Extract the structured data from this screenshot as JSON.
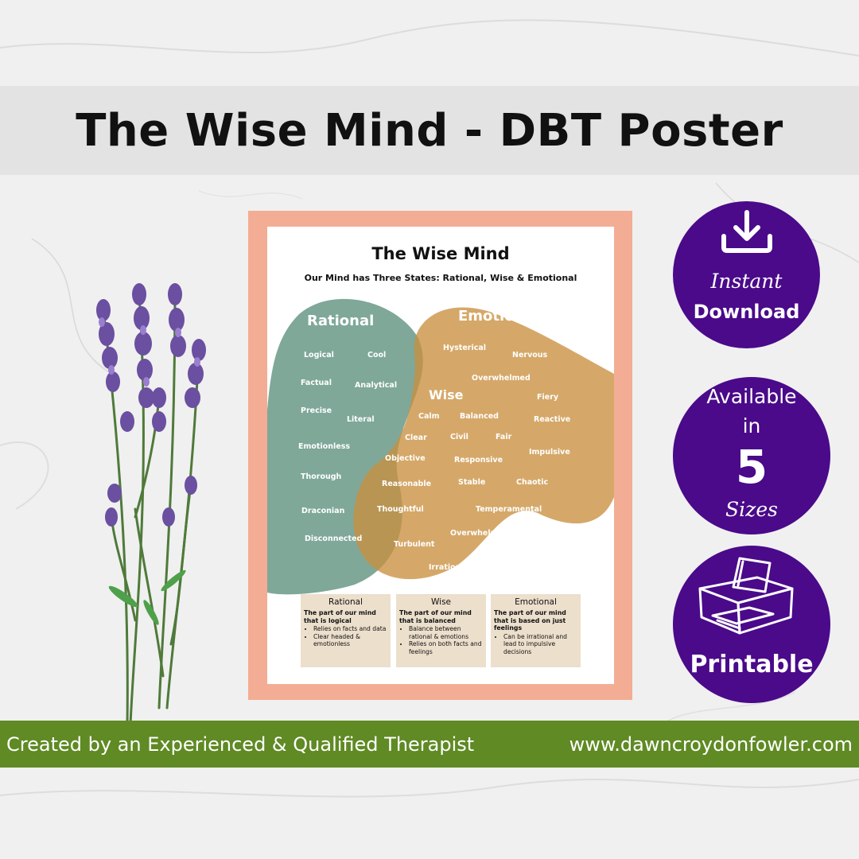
{
  "banner": {
    "title": "The Wise Mind - DBT Poster"
  },
  "poster": {
    "title": "The Wise Mind",
    "subtitle": "Our Mind has Three States: Rational, Wise & Emotional",
    "rational_heading": "Rational",
    "emotional_heading": "Emotional",
    "wise_heading": "Wise",
    "words": [
      "Logical",
      "Cool",
      "Factual",
      "Analytical",
      "Precise",
      "Literal",
      "Emotionless",
      "Thorough",
      "Draconian",
      "Disconnected",
      "Hysterical",
      "Nervous",
      "Overwhelmed",
      "Fiery",
      "Reactive",
      "Impulsive",
      "Chaotic",
      "Temperamental",
      "Overwhelming",
      "Turbulent",
      "Irrational",
      "Calm",
      "Balanced",
      "Clear",
      "Civil",
      "Fair",
      "Objective",
      "Responsive",
      "Reasonable",
      "Stable",
      "Thoughtful"
    ],
    "boxes": [
      {
        "title": "Rational",
        "desc": "The part of our mind that is logical",
        "bullets": [
          "Relies on facts and data",
          "Clear headed & emotionless"
        ]
      },
      {
        "title": "Wise",
        "desc": "The part of our mind that is balanced",
        "bullets": [
          "Balance between rational & emotions",
          "Relies on both facts and feelings"
        ]
      },
      {
        "title": "Emotional",
        "desc": "The part of our mind that is based on just feelings",
        "bullets": [
          "Can be irrational and lead to impulsive decisions"
        ]
      }
    ],
    "colors": {
      "rational": "#7fa899",
      "emotional": "#d3a05b",
      "frame": "#f3ad94",
      "box": "#ecdfcc"
    }
  },
  "badges": {
    "download": {
      "line1": "Instant",
      "line2": "Download"
    },
    "sizes": {
      "line1": "Available",
      "line2": "in",
      "number": "5",
      "line3": "Sizes"
    },
    "print": {
      "label": "Printable"
    },
    "color": "#4a0a8a"
  },
  "footer": {
    "left": "Created by an Experienced & Qualified Therapist",
    "right": "www.dawncroydonfowler.com",
    "color": "#5f8a24"
  }
}
